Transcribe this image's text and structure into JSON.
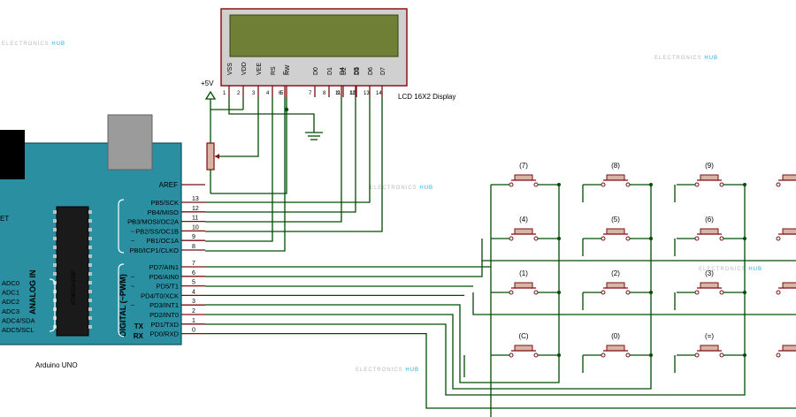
{
  "watermark": {
    "text": "ELECTRONICS",
    "tag": "HUB"
  },
  "lcd": {
    "label": "LCD 16X2 Display",
    "pins": [
      {
        "name": "VSS",
        "num": "1"
      },
      {
        "name": "VDD",
        "num": "2"
      },
      {
        "name": "VEE",
        "num": "3"
      },
      {
        "name": "RS",
        "num": "4"
      },
      {
        "name": "RW",
        "num": "5"
      },
      {
        "name": "E",
        "num": "6"
      },
      {
        "name": "D0",
        "num": "7"
      },
      {
        "name": "D1",
        "num": "8"
      },
      {
        "name": "D2",
        "num": "9"
      },
      {
        "name": "D3",
        "num": "10"
      },
      {
        "name": "D4",
        "num": "11"
      },
      {
        "name": "D5",
        "num": "12"
      },
      {
        "name": "D6",
        "num": "13"
      },
      {
        "name": "D7",
        "num": "14"
      }
    ]
  },
  "power": {
    "label": "+5V"
  },
  "arduino": {
    "label": "Arduino UNO",
    "chip": "ATMEGA328P",
    "reset_label": "ET",
    "aref": "AREF",
    "digital_title": "DIGITAL (~PWM)",
    "analog_title": "ANALOG IN",
    "analog_pins": [
      "ADC0",
      "ADC1",
      "ADC2",
      "ADC3",
      "ADC4/SDA",
      "ADC5/SCL"
    ],
    "tx": "TX",
    "rx": "RX",
    "upper_pins": [
      {
        "name": "PB5/SCK",
        "num": "13",
        "pwm": false
      },
      {
        "name": "PB4/MISO",
        "num": "12",
        "pwm": false
      },
      {
        "name": "PB3/MOSI/OC2A",
        "num": "11",
        "pwm": true
      },
      {
        "name": "PB2/SS/OC1B",
        "num": "10",
        "pwm": true
      },
      {
        "name": "PB1/OC1A",
        "num": "9",
        "pwm": true
      },
      {
        "name": "PB0/ICP1/CLKO",
        "num": "8",
        "pwm": false
      }
    ],
    "lower_pins": [
      {
        "name": "PD7/AIN1",
        "num": "7",
        "pwm": false
      },
      {
        "name": "PD6/AIN0",
        "num": "6",
        "pwm": true
      },
      {
        "name": "PD5/T1",
        "num": "5",
        "pwm": true
      },
      {
        "name": "PD4/T0/XCK",
        "num": "4",
        "pwm": false
      },
      {
        "name": "PD3/INT1",
        "num": "3",
        "pwm": true
      },
      {
        "name": "PD2/INT0",
        "num": "2",
        "pwm": false
      },
      {
        "name": "PD1/TXD",
        "num": "1",
        "pwm": false
      },
      {
        "name": "PD0/RXD",
        "num": "0",
        "pwm": false
      }
    ]
  },
  "keypad": {
    "rows": [
      [
        "(7)",
        "(8)",
        "(9)"
      ],
      [
        "(4)",
        "(5)",
        "(6)"
      ],
      [
        "(1)",
        "(2)",
        "(3)"
      ],
      [
        "(C)",
        "(0)",
        "(=)"
      ]
    ]
  }
}
